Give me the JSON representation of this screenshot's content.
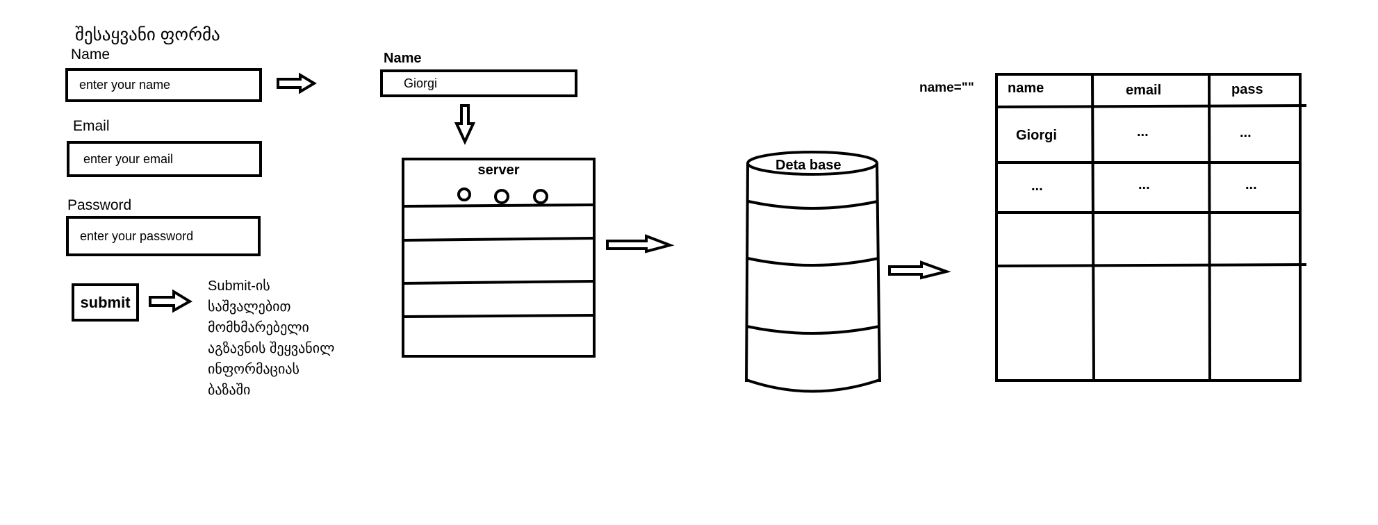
{
  "form": {
    "title": "შესაყვანი ფორმა",
    "name_label": "Name",
    "name_placeholder": "enter your name",
    "email_label": "Email",
    "email_placeholder": "enter your email",
    "password_label": "Password",
    "password_placeholder": "enter your password",
    "submit_label": "submit"
  },
  "note_lines": [
    "Submit-ის",
    "საშვალებით",
    "მომხმარებელი",
    "აგზავნის შეყვანილ",
    "ინფორმაციას",
    "ბაზაში"
  ],
  "filled": {
    "label": "Name",
    "value": "Giorgi"
  },
  "server": {
    "label": "server"
  },
  "database": {
    "label": "Deta base"
  },
  "table": {
    "attr_label": "name=\"\"",
    "headers": [
      "name",
      "email",
      "pass"
    ],
    "rows": [
      [
        "Giorgi",
        "...",
        "..."
      ],
      [
        "...",
        "...",
        "..."
      ],
      [
        "",
        "",
        ""
      ],
      [
        "",
        "",
        ""
      ]
    ]
  }
}
